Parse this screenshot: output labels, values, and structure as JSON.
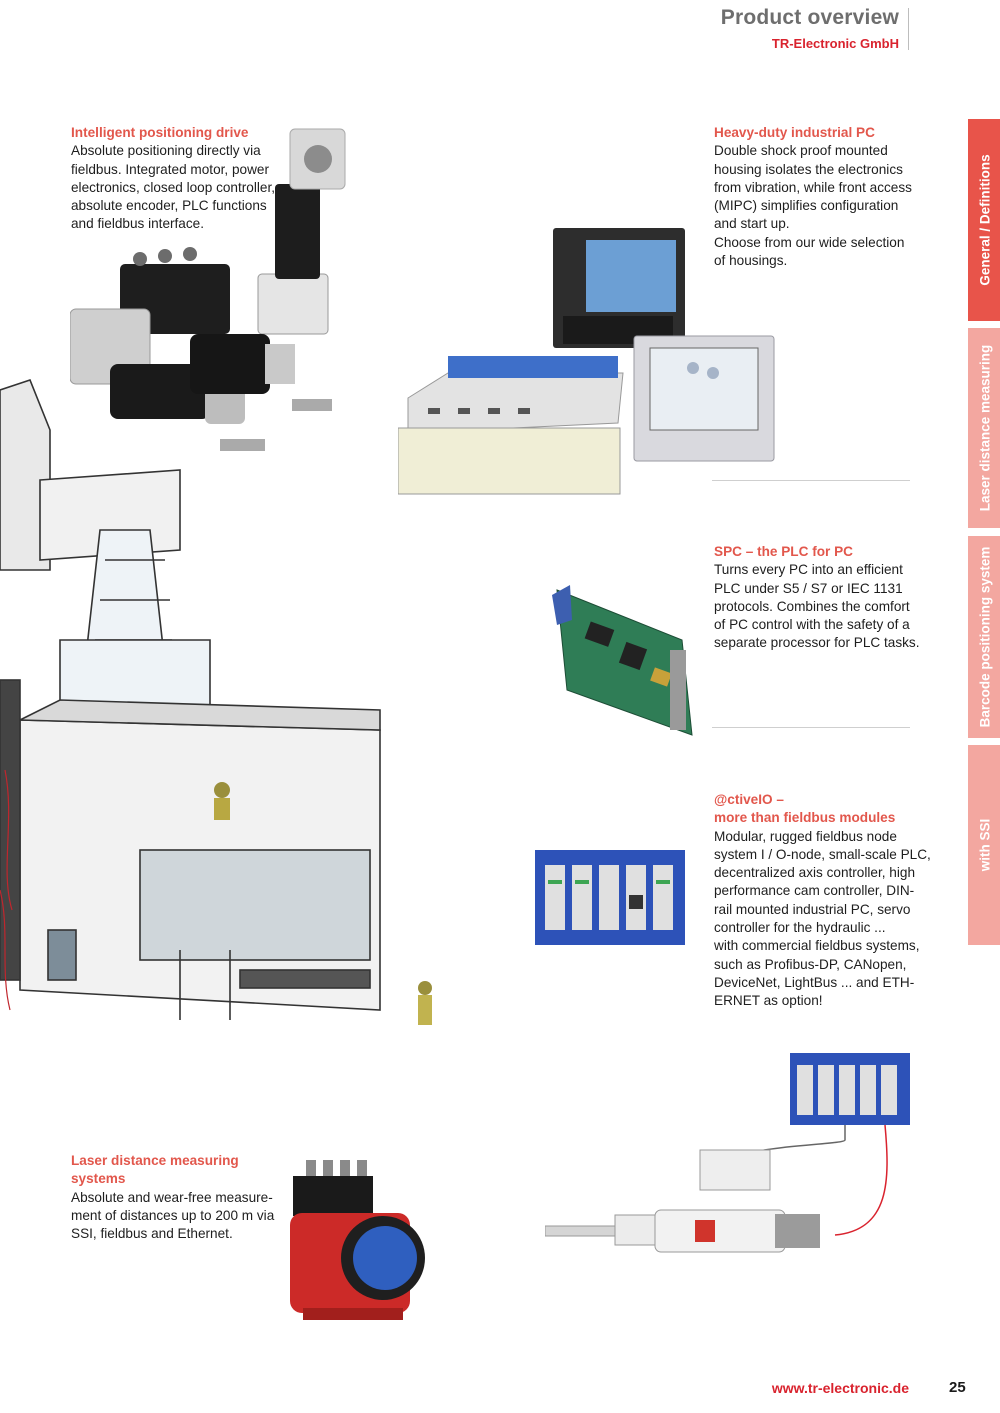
{
  "header": {
    "title": "Product overview",
    "company": "TR-Electronic GmbH"
  },
  "products": [
    {
      "heading": "Intelligent positioning drive",
      "body": "Absolute positioning directly via\nfieldbus. Integrated motor, power\nelectronics, closed loop controller,\nabsolute encoder, PLC functions\nand fieldbus interface."
    },
    {
      "heading": "Heavy-duty industrial PC",
      "body": "Double shock proof mounted\nhousing isolates the electronics\nfrom vibration, while front access\n(MIPC) simplifies configuration\nand start up.\nChoose from our wide selection\nof housings."
    },
    {
      "heading": "SPC – the PLC for PC",
      "body": "Turns every PC into an efficient\nPLC under S5 / S7 or IEC 1131\nprotocols. Combines the comfort\nof PC control with the safety of a\nseparate processor for PLC tasks."
    },
    {
      "heading": "@ctiveIO –\nmore than fieldbus modules",
      "body": "Modular, rugged fieldbus node\nsystem I / O-node, small-scale PLC,\ndecentralized axis controller, high\nperformance cam controller, DIN-\nrail mounted industrial PC, servo\ncontroller for the hydraulic ...\nwith commercial fieldbus systems,\nsuch as Profibus-DP, CANopen,\nDeviceNet, LightBus ... and ETH-\nERNET as option!"
    },
    {
      "heading": "Laser distance measuring\nsystems",
      "body": "Absolute and wear-free measure-\nment of distances up to 200 m via\nSSI, fieldbus and Ethernet."
    }
  ],
  "side_tabs": [
    "General / Definitions",
    "Laser distance measuring",
    "Barcode positioning system",
    "with SSI"
  ],
  "footer": {
    "url": "www.tr-electronic.de",
    "page": "25"
  },
  "colors": {
    "accent": "#e2574c",
    "brand_red": "#d9232e",
    "tab_active": "#e8544a",
    "tab_inactive": "#f3a7a0"
  }
}
